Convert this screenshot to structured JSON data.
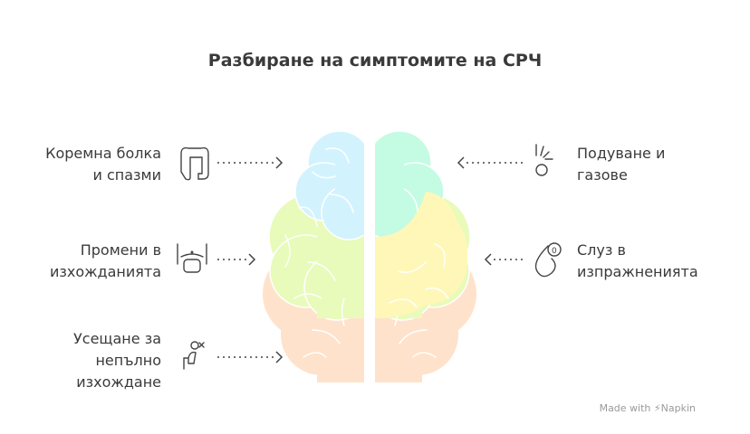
{
  "title": "Разбиране на симптомите на СРЧ",
  "left_items": [
    {
      "line1": "Коремна болка",
      "line2": "и спазми",
      "icon": "intestine-icon",
      "color": "#D2F3FE"
    },
    {
      "line1": "Промени в",
      "line2": "изхожданията",
      "icon": "toilet-hands-icon",
      "color": "#E8FBBA"
    },
    {
      "line1": "Усещане за",
      "line2": "непълно",
      "line3": "изхождане",
      "icon": "person-toilet-icon",
      "color": "#FFE2CB"
    }
  ],
  "right_items": [
    {
      "line1": "Подуване и",
      "line2": "газове",
      "icon": "burst-bubble-icon",
      "color": "#C4FBE3"
    },
    {
      "line1": "Слуз в",
      "line2": "изпражненията",
      "icon": "drop-icon",
      "color": "#FFF7B8"
    }
  ],
  "footer": {
    "made_with": "Made with",
    "brand": "Napkin"
  }
}
